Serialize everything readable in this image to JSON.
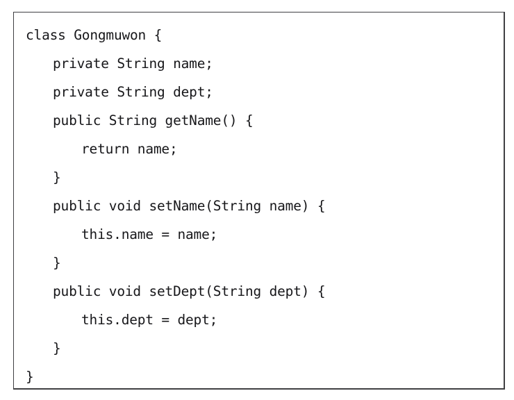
{
  "figure": {
    "kind": "code-listing",
    "language": "java",
    "border_color": "#3f3f42",
    "background_color": "#ffffff",
    "text_color": "#17171a"
  },
  "code": {
    "lines": [
      {
        "text": "class Gongmuwon {",
        "indent": 0
      },
      {
        "text": "private String name;",
        "indent": 1
      },
      {
        "text": "private String dept;",
        "indent": 1
      },
      {
        "text": "public String getName() {",
        "indent": 1
      },
      {
        "text": "return name;",
        "indent": 2
      },
      {
        "text": "}",
        "indent": 1
      },
      {
        "text": "public void setName(String name) {",
        "indent": 1
      },
      {
        "text": "this.name = name;",
        "indent": 2
      },
      {
        "text": "}",
        "indent": 1
      },
      {
        "text": "public void setDept(String dept) {",
        "indent": 1
      },
      {
        "text": "this.dept = dept;",
        "indent": 2
      },
      {
        "text": "}",
        "indent": 1
      },
      {
        "text": "}",
        "indent": 0
      }
    ]
  }
}
